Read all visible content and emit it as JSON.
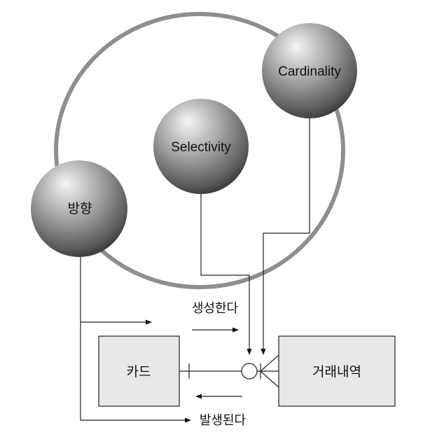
{
  "concepts": {
    "cardinality": "Cardinality",
    "selectivity": "Selectivity",
    "direction": "방향"
  },
  "entities": {
    "card": "카드",
    "transaction": "거래내역"
  },
  "relationships": {
    "forward": "생성한다",
    "backward": "발생된다"
  },
  "colors": {
    "sphere_light": "#f2f2f2",
    "sphere_mid": "#9a9a9a",
    "sphere_dark": "#3a3a3a",
    "entity_fill": "#e8e8e8",
    "ring_stroke": "#8a8a8a",
    "line": "#222222"
  }
}
